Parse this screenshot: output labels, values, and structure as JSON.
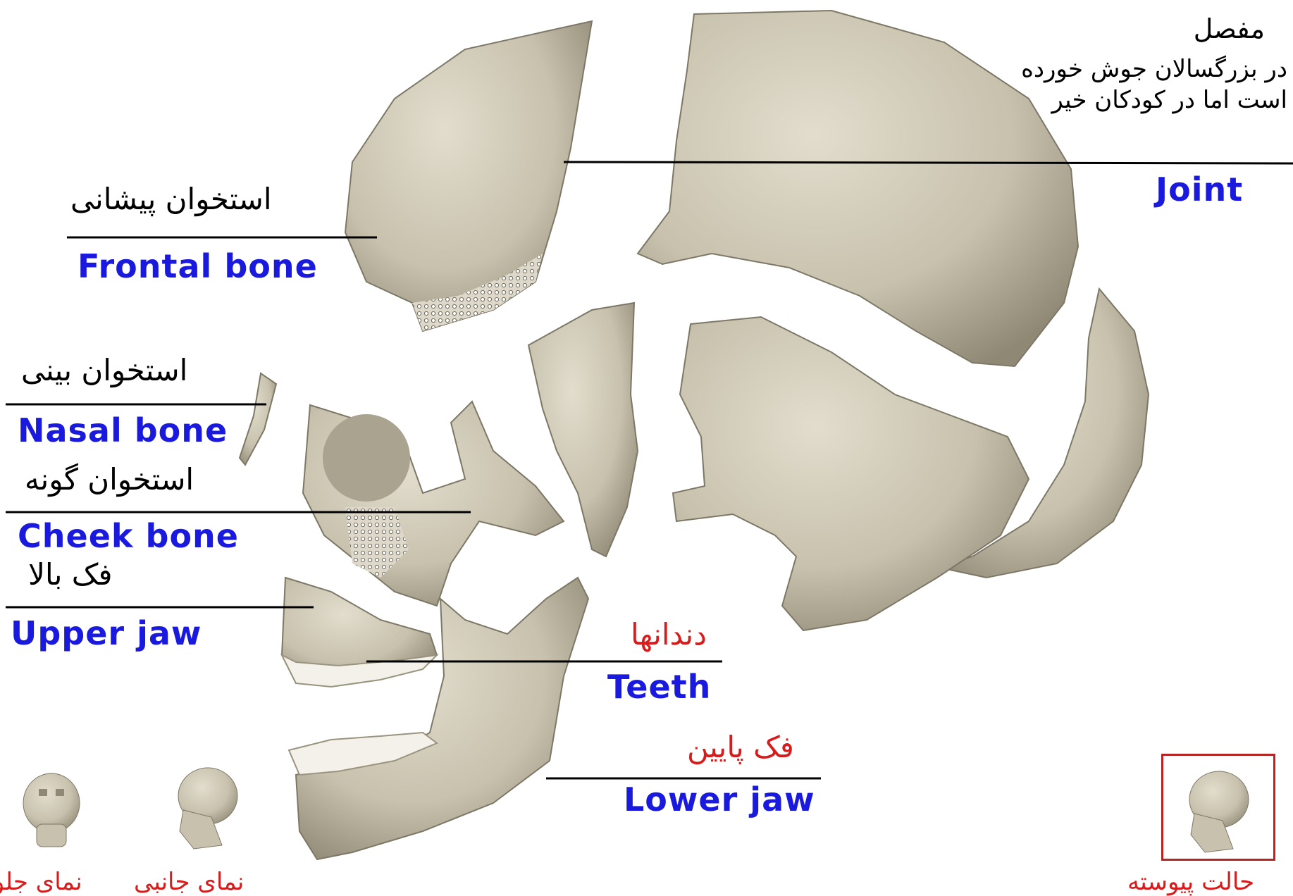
{
  "labels": {
    "joint_fa": "مفصل",
    "joint_note": "در بزرگسالان جوش خورده است اما در کودکان خیر",
    "joint_en": "Joint",
    "frontal_fa": "استخوان پیشانی",
    "frontal_en": "Frontal bone",
    "nasal_fa": "استخوان بینی",
    "nasal_en": "Nasal bone",
    "cheek_fa": "استخوان گونه",
    "cheek_en": "Cheek bone",
    "upperjaw_fa": "فک بالا",
    "upperjaw_en": "Upper jaw",
    "teeth_fa": "دندانها",
    "teeth_en": "Teeth",
    "lowerjaw_fa": "فک پایین",
    "lowerjaw_en": "Lower jaw"
  },
  "thumbnails": {
    "front_view": "نمای جلو",
    "side_view": "نمای جانبی",
    "assembled": "حالت پیوسته"
  },
  "colors": {
    "bone": "#c9c3b0",
    "bone_shade": "#9a937f",
    "suture": "#ffffff",
    "english_label": "#1a1adf",
    "persian_label": "#000000",
    "red_label": "#d81c1c",
    "frame": "#b52525"
  }
}
